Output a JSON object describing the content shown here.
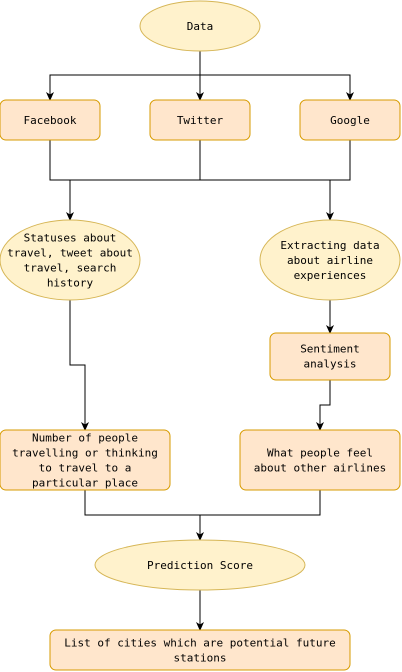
{
  "colors": {
    "ellipse_fill": "#fff2cc",
    "ellipse_stroke": "#d6b656",
    "box_fill": "#ffe6cc",
    "box_stroke": "#d79b00",
    "edge": "#000000"
  },
  "nodes": {
    "data": [
      "Data"
    ],
    "facebook": [
      "Facebook"
    ],
    "twitter": [
      "Twitter"
    ],
    "google": [
      "Google"
    ],
    "statuses": [
      "Statuses about",
      "travel, tweet about",
      "travel, search",
      "history"
    ],
    "extracting": [
      "Extracting data",
      "about airline",
      "experiences"
    ],
    "sentiment": [
      "Sentiment",
      "analysis"
    ],
    "number": [
      "Number of people",
      "travelling or thinking",
      "to travel to a",
      "particular place"
    ],
    "feel": [
      "What people feel",
      "about other airlines"
    ],
    "prediction": [
      "Prediction Score"
    ],
    "cities": [
      "List of cities which are potential future",
      "stations"
    ]
  }
}
